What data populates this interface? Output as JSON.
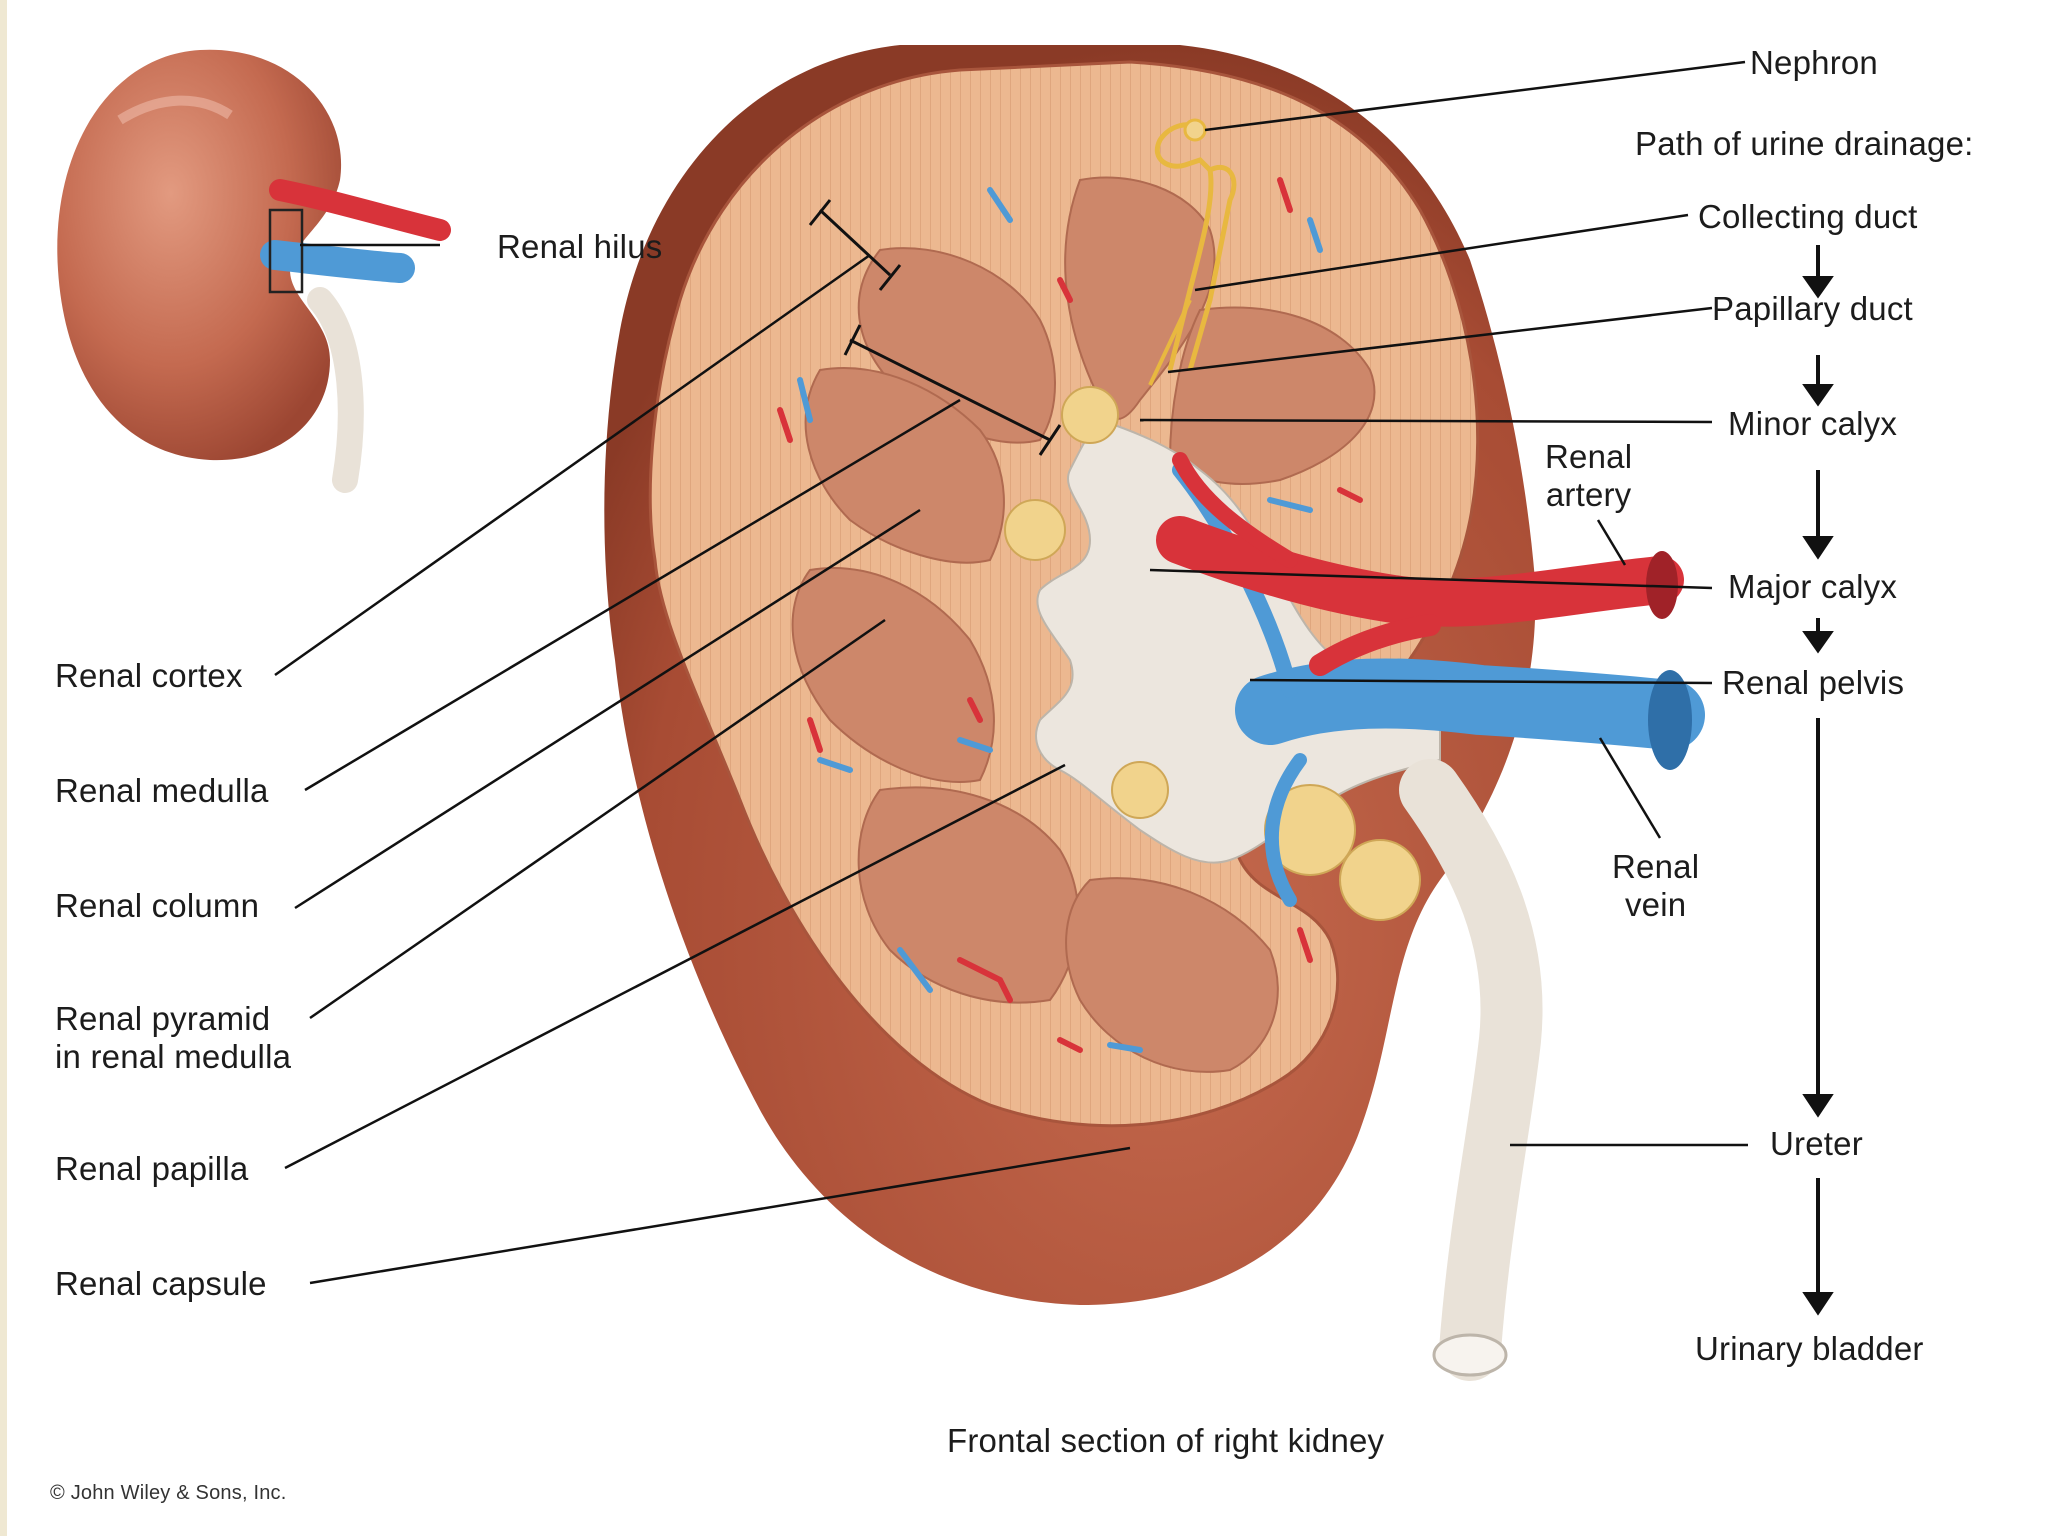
{
  "labels": {
    "nephron": "Nephron",
    "path_heading": "Path of urine drainage:",
    "collecting_duct": "Collecting duct",
    "papillary_duct": "Papillary duct",
    "minor_calyx": "Minor calyx",
    "major_calyx": "Major calyx",
    "renal_pelvis": "Renal pelvis",
    "ureter": "Ureter",
    "urinary_bladder": "Urinary bladder",
    "renal_artery": "Renal\nartery",
    "renal_vein": "Renal\nvein",
    "renal_hilus": "Renal hilus",
    "renal_cortex": "Renal cortex",
    "renal_medulla": "Renal medulla",
    "renal_column": "Renal column",
    "renal_pyramid": "Renal pyramid\nin renal medulla",
    "renal_papilla": "Renal papilla",
    "renal_capsule": "Renal capsule"
  },
  "caption": "Frontal section of right kidney",
  "copyright": "© John Wiley & Sons, Inc.",
  "colors": {
    "kidney_outer": "#b5583f",
    "cortex": "#eab58c",
    "pyramid": "#cf8b6c",
    "calyx": "#ece6de",
    "artery": "#d8333a",
    "vein": "#4f9ad6",
    "fat": "#f1d38c",
    "nephron": "#e8b840",
    "ureter": "#e9e2d8"
  }
}
